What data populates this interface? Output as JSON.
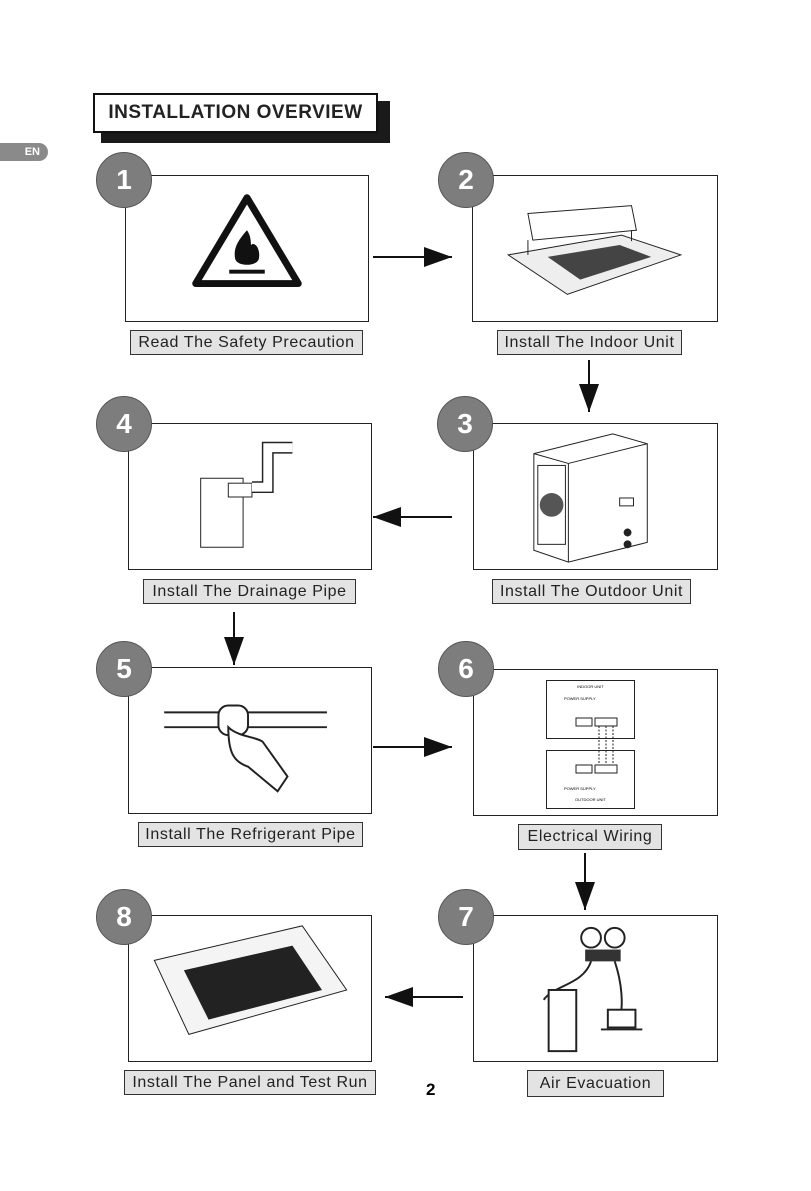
{
  "title": "INSTALLATION OVERVIEW",
  "language_tab": "EN",
  "page_number": "2",
  "steps": [
    {
      "number": "1",
      "label": "Read The Safety Precaution",
      "icon": "flammable-warning-icon"
    },
    {
      "number": "2",
      "label": "Install The Indoor Unit",
      "icon": "cassette-indoor-unit-icon"
    },
    {
      "number": "3",
      "label": "Install The Outdoor Unit",
      "icon": "outdoor-unit-icon"
    },
    {
      "number": "4",
      "label": "Install The Drainage Pipe",
      "icon": "drainage-pipe-icon"
    },
    {
      "number": "5",
      "label": "Install The Refrigerant Pipe",
      "icon": "refrigerant-pipe-icon"
    },
    {
      "number": "6",
      "label": "Electrical Wiring",
      "icon": "wiring-diagram-icon"
    },
    {
      "number": "7",
      "label": "Air Evacuation",
      "icon": "manifold-gauge-icon"
    },
    {
      "number": "8",
      "label": "Install The Panel and Test Run",
      "icon": "panel-icon"
    }
  ],
  "wiring": {
    "indoor_unit": "INDOOR UNIT",
    "outdoor_unit": "OUTDOOR UNIT",
    "power_supply": "POWER SUPPLY"
  }
}
